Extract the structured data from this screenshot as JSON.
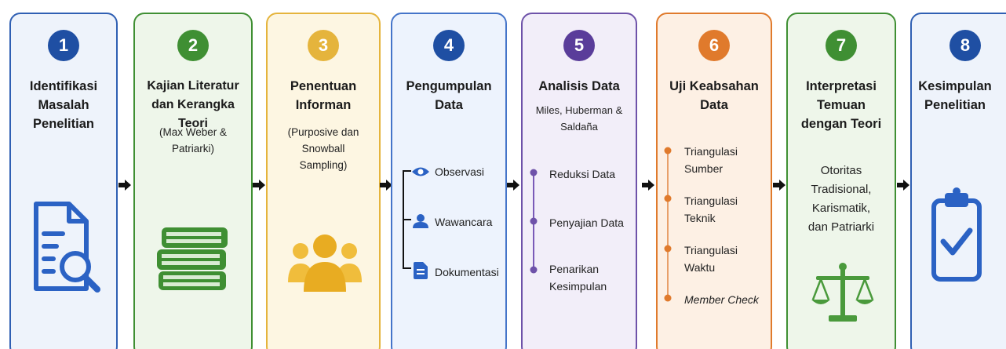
{
  "steps": [
    {
      "num": "1",
      "title": "Identifikasi\nMasalah\nPenelitian",
      "color": "#1f4fa3",
      "icon": "document-search-icon"
    },
    {
      "num": "2",
      "title": "Kajian Literatur\ndan Kerangka Teori",
      "subtitle": "(Max Weber &\nPatriarki)",
      "color": "#3f8f33",
      "icon": "books-icon"
    },
    {
      "num": "3",
      "title": "Penentuan\nInforman",
      "subtitle": "(Purposive dan\nSnowball\nSampling)",
      "color": "#e5b43c",
      "icon": "people-group-icon"
    },
    {
      "num": "4",
      "title": "Pengumpulan\nData",
      "color": "#1f4fa3",
      "items": [
        "Observasi",
        "Wawancara",
        "Dokumentasi"
      ],
      "item_icons": [
        "eye-icon",
        "user-icon",
        "document-icon"
      ]
    },
    {
      "num": "5",
      "title": "Analisis Data",
      "subtitle": "Miles, Huberman &\nSaldaña",
      "color": "#5a3d9a",
      "items": [
        "Reduksi Data",
        "Penyajian Data",
        "Penarikan\nKesimpulan"
      ]
    },
    {
      "num": "6",
      "title": "Uji Keabsahan\nData",
      "color": "#e07a2c",
      "items": [
        "Triangulasi\nSumber",
        "Triangulasi\nTeknik",
        "Triangulasi\nWaktu",
        "Member Check"
      ]
    },
    {
      "num": "7",
      "title": "Interpretasi\nTemuan\ndengan Teori",
      "subtitle": "Otoritas\nTradisional,\nKarismatik,\ndan Patriarki",
      "color": "#3f8f33",
      "icon": "scale-icon"
    },
    {
      "num": "8",
      "title": "Kesimpulan\nPenelitian",
      "color": "#1f4fa3",
      "icon": "clipboard-check-icon"
    }
  ]
}
